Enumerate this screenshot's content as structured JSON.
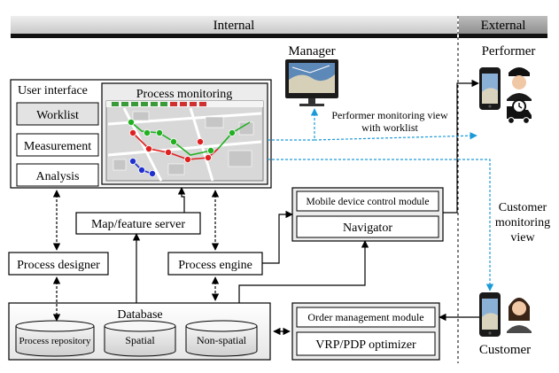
{
  "header": {
    "internal": "Internal",
    "external": "External"
  },
  "actors": {
    "manager": "Manager",
    "performer": "Performer",
    "customer": "Customer"
  },
  "user_interface": {
    "title": "User interface",
    "items": [
      "Worklist",
      "Measurement",
      "Analysis"
    ],
    "monitoring_title": "Process monitoring"
  },
  "labels": {
    "performer_view_line1": "Performer monitoring view",
    "performer_view_line2": "with worklist",
    "customer_view_line1": "Customer",
    "customer_view_line2": "monitoring",
    "customer_view_line3": "view"
  },
  "components": {
    "map_server": "Map/feature server",
    "mobile_module": "Mobile device control module",
    "navigator": "Navigator",
    "process_designer": "Process designer",
    "process_engine": "Process engine",
    "order_module": "Order management module",
    "optimizer": "VRP/PDP optimizer"
  },
  "database": {
    "title": "Database",
    "stores": [
      "Process repository",
      "Spatial",
      "Non-spatial"
    ]
  },
  "colors": {
    "dashed_link": "#1a9ad9",
    "header_internal": "#d9d9d9",
    "header_external": "#a6a6a6",
    "route_red": "#e02020",
    "route_green": "#20b020",
    "route_blue": "#2030d0"
  }
}
